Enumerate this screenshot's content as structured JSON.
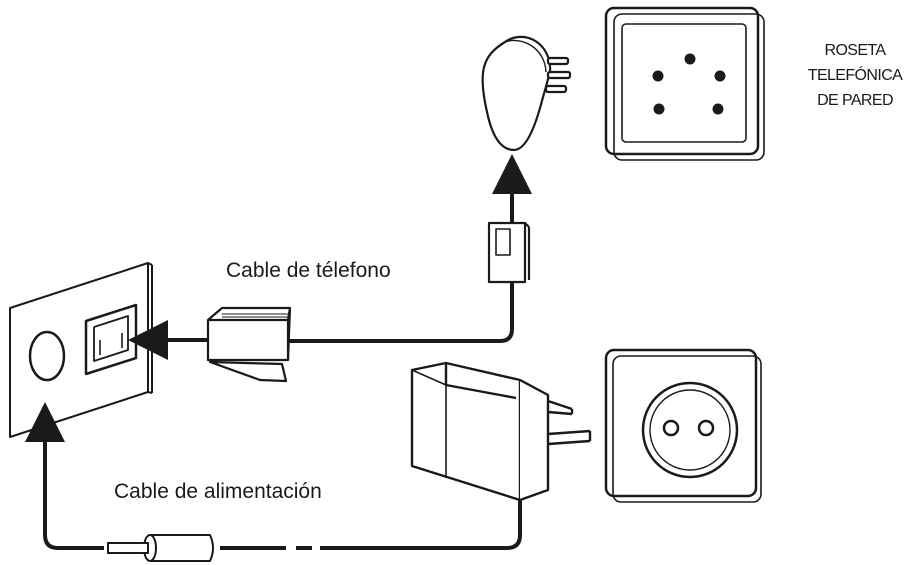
{
  "labels": {
    "phone_cable": "Cable de télefono",
    "power_cable": "Cable de alimentación",
    "wall_jack": [
      "ROSETA",
      "TELEFÓNICA",
      "DE PARED"
    ]
  },
  "colors": {
    "line": "#1a1a1a",
    "background": "#ffffff"
  }
}
